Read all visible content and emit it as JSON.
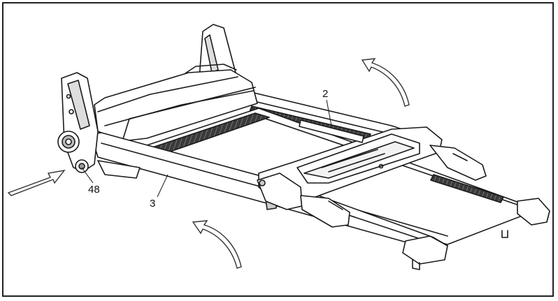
{
  "callouts": {
    "part_2": "2",
    "part_48": "48",
    "part_3": "3"
  },
  "colors": {
    "line": "#1a1a1a",
    "belt": "#2b2b2b",
    "frame_fill": "#ffffff",
    "shade": "#e6e6e6"
  }
}
